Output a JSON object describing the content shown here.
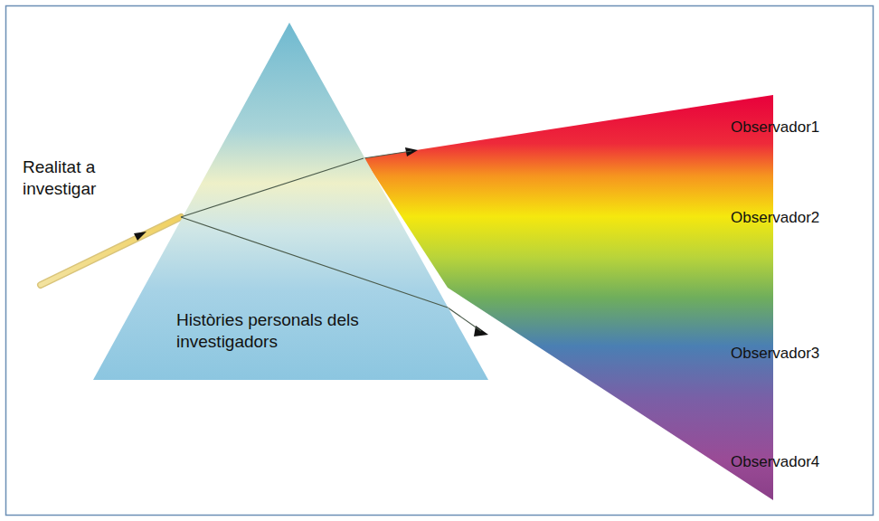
{
  "diagram": {
    "nodes": [
      {
        "text": [
          "Històries personals dels investigadors"
        ]
      }
    ],
    "labels": [
      "Realitat a investigar",
      "Observador1",
      "Observador2",
      "Observador3",
      "Observador4"
    ]
  }
}
